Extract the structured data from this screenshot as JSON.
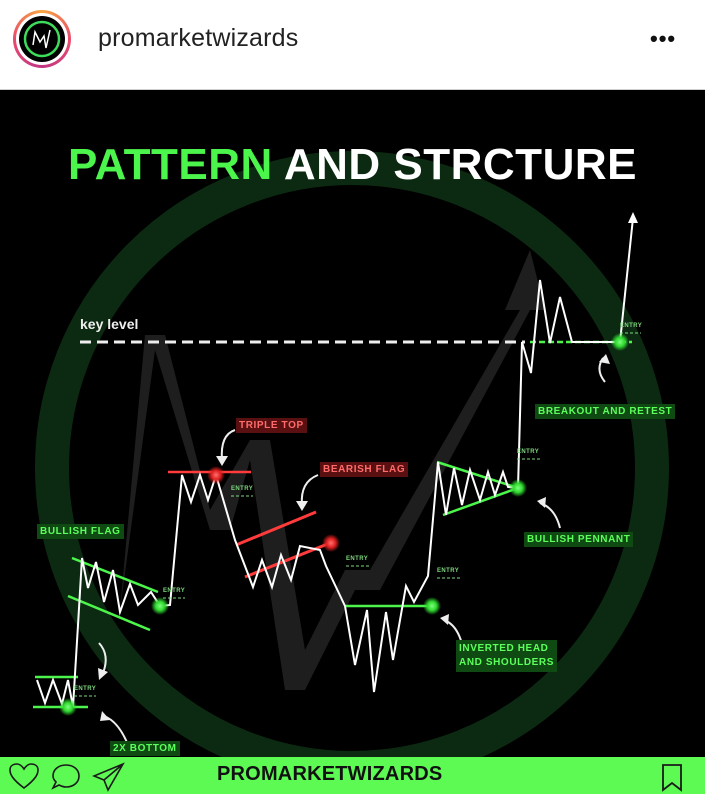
{
  "header": {
    "username": "promarketwizards",
    "more_icon": "more-horizontal-icon",
    "more_label": "•••"
  },
  "post": {
    "title_green": "PATTERN",
    "title_white": "AND STRCTURE",
    "key_level_label": "key level",
    "labels": {
      "triple_top": "TRIPLE TOP",
      "bearish_flag": "BEARISH FLAG",
      "bullish_flag": "BULLISH FLAG",
      "bullish_pennant": "BULLISH PENNANT",
      "breakout_and_retest": "BREAKOUT AND RETEST",
      "inverted_hs_line1": "INVERTED HEAD",
      "inverted_hs_line2": "AND SHOULDERS",
      "double_bottom": "2X BOTTOM"
    },
    "entry_label": "ENTRY",
    "colors": {
      "bullish": "#4cf54c",
      "bearish": "#ff3b3b",
      "price_line": "#ffffff",
      "background": "#000000"
    }
  },
  "footer": {
    "brand": "PROMARKETWIZARDS",
    "icons": [
      "heart-icon",
      "comment-icon",
      "send-icon",
      "bookmark-icon"
    ],
    "bar_color": "#5dfa54"
  }
}
